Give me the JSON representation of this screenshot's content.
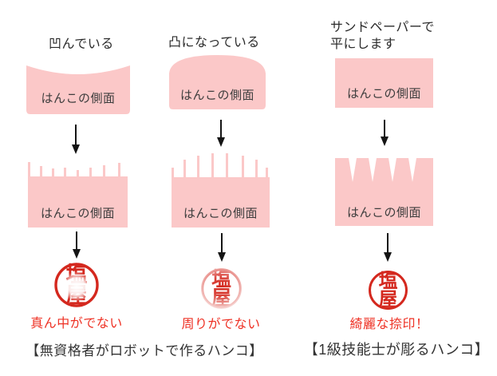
{
  "colors": {
    "shape_pink": "#fbc8c8",
    "stamp_red": "#d4281e",
    "caption_red": "#ee3124"
  },
  "columns": [
    {
      "title": "凹んでいる",
      "top_shape": "concave-top-block",
      "top_shape_label": "はんこの側面",
      "middle_shape": "thin-teeth-shorter-in-middle",
      "middle_shape_label": "はんこの側面",
      "stamp": {
        "char_top": "塩",
        "char_bottom": "屋",
        "defect": "center-missing"
      },
      "result_caption": "真ん中がでない"
    },
    {
      "title": "凸になっている",
      "top_shape": "convex-dome-block",
      "top_shape_label": "はんこの側面",
      "middle_shape": "thin-teeth-taller-in-middle",
      "middle_shape_label": "はんこの側面",
      "stamp": {
        "char_top": "塩",
        "char_bottom": "屋",
        "defect": "edges-missing"
      },
      "result_caption": "周りがでない"
    },
    {
      "title": "サンドペーパーで\n平にします",
      "top_shape": "flat-rectangle-block",
      "top_shape_label": "はんこの側面",
      "middle_shape": "even-trapezoid-teeth",
      "middle_shape_label": "はんこの側面",
      "stamp": {
        "char_top": "塩",
        "char_bottom": "屋",
        "defect": "none"
      },
      "result_caption": "綺麗な捺印！"
    }
  ],
  "footer": {
    "left_caption": "【無資格者がロボットで作るハンコ】",
    "right_caption": "【1級技能士が彫るハンコ】"
  }
}
